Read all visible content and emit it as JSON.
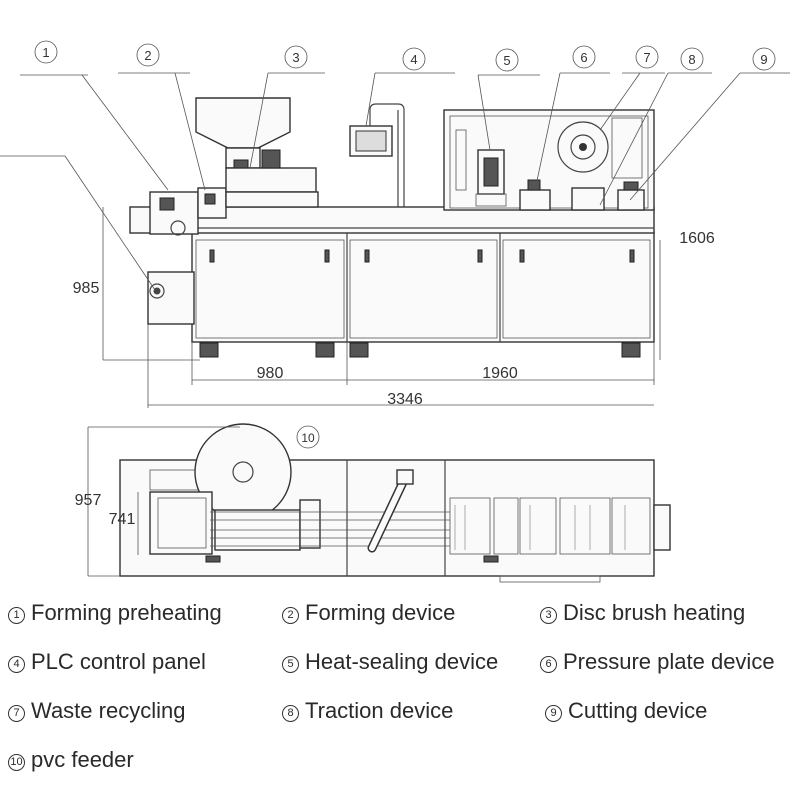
{
  "callouts": [
    "1",
    "2",
    "3",
    "4",
    "5",
    "6",
    "7",
    "8",
    "9",
    "10"
  ],
  "dimensions": {
    "height_total": "1606",
    "height_front": "985",
    "length_a": "980",
    "length_b": "1960",
    "length_total": "3346",
    "width_total": "957",
    "width_inner": "741"
  },
  "legend": [
    {
      "num": "1",
      "label": "Forming preheating"
    },
    {
      "num": "2",
      "label": "Forming device"
    },
    {
      "num": "3",
      "label": "Disc brush heating"
    },
    {
      "num": "4",
      "label": "PLC control panel"
    },
    {
      "num": "5",
      "label": "Heat-sealing device"
    },
    {
      "num": "6",
      "label": "Pressure plate device"
    },
    {
      "num": "7",
      "label": "Waste recycling"
    },
    {
      "num": "8",
      "label": "Traction device"
    },
    {
      "num": "9",
      "label": "Cutting device"
    },
    {
      "num": "10",
      "label": "pvc feeder"
    }
  ]
}
